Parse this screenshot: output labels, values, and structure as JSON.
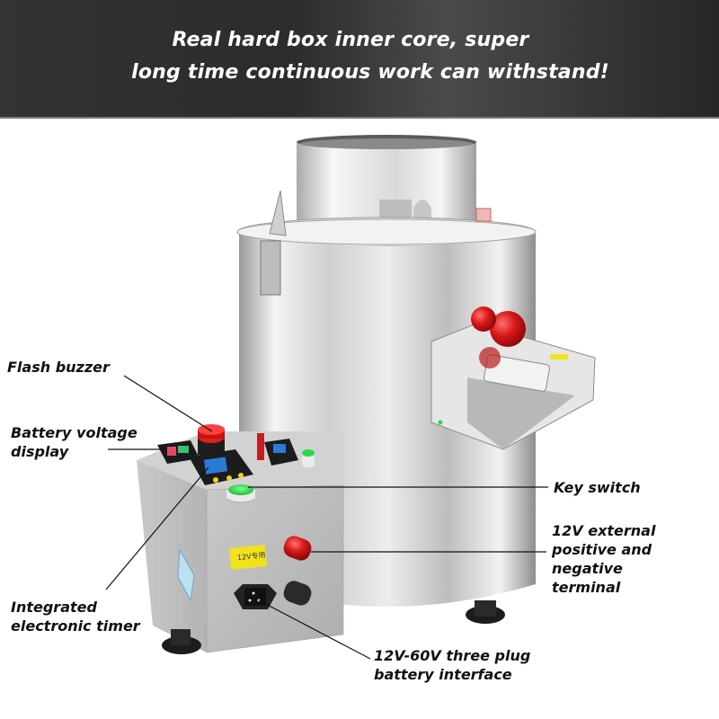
{
  "banner": {
    "line1": "Real hard box inner core, super",
    "line2": "long time continuous work can withstand!",
    "background": "#2e2e30",
    "text_color": "#ffffff"
  },
  "product": {
    "name": "stainless-steel-machine-with-control-box",
    "sticker_text": "12V专用",
    "colors": {
      "steel": "#d8d8d8",
      "buzzer_red": "#d81818",
      "button_green": "#2ed84a",
      "display_blue": "#2a7ad8",
      "sticker_yellow": "#f2e21c"
    }
  },
  "callouts": [
    {
      "id": "flash-buzzer",
      "text": "Flash buzzer"
    },
    {
      "id": "battery-voltage-display",
      "line1": "Battery voltage",
      "line2": "display"
    },
    {
      "id": "integrated-electronic-timer",
      "line1": "Integrated",
      "line2": "electronic timer"
    },
    {
      "id": "key-switch",
      "text": "Key switch"
    },
    {
      "id": "external-terminal",
      "line1": "12V external",
      "line2": "positive and",
      "line3": "negative",
      "line4": "terminal"
    },
    {
      "id": "battery-interface",
      "line1": "12V-60V three plug",
      "line2": "battery interface"
    }
  ]
}
